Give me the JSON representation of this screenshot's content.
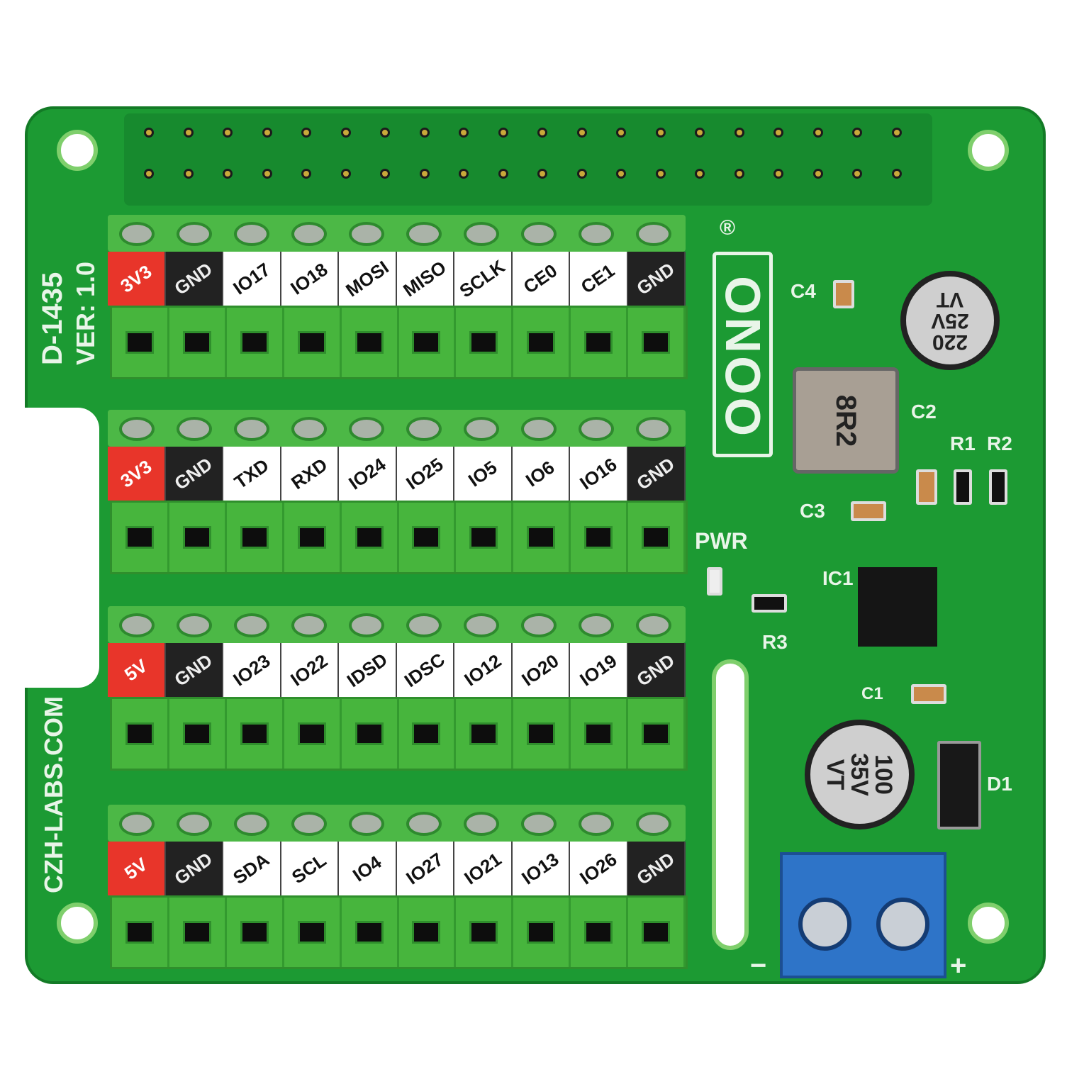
{
  "board": {
    "model": "D-1435",
    "version": "VER: 1.0",
    "website": "CZH-LABS.COM",
    "logo": "OONO",
    "registered": "®"
  },
  "colors": {
    "board": "#1c9a33",
    "terminal": "#47b53d",
    "power_label": "#e8352a",
    "gnd_label": "#222222",
    "io_label": "#ffffff",
    "dc_terminal": "#2e74c8"
  },
  "terminal_rows": [
    {
      "labels": [
        "3V3",
        "GND",
        "IO17",
        "IO18",
        "MOSI",
        "MISO",
        "SCLK",
        "CE0",
        "CE1",
        "GND"
      ]
    },
    {
      "labels": [
        "3V3",
        "GND",
        "TXD",
        "RXD",
        "IO24",
        "IO25",
        "IO5",
        "IO6",
        "IO16",
        "GND"
      ]
    },
    {
      "labels": [
        "5V",
        "GND",
        "IO23",
        "IO22",
        "IDSD",
        "IDSC",
        "IO12",
        "IO20",
        "IO19",
        "GND"
      ]
    },
    {
      "labels": [
        "5V",
        "GND",
        "SDA",
        "SCL",
        "IO4",
        "IO27",
        "IO21",
        "IO13",
        "IO26",
        "GND"
      ]
    }
  ],
  "components": {
    "c4": "C4",
    "c2": "C2",
    "r1": "R1",
    "r2": "R2",
    "c3": "C3",
    "pwr": "PWR",
    "ic1": "IC1",
    "r3": "R3",
    "c1": "C1",
    "d1": "D1",
    "inductor": "8R2",
    "cap_top": [
      "220",
      "25V",
      "VT"
    ],
    "cap_bottom": [
      "100",
      "35V",
      "VT"
    ],
    "minus": "−",
    "plus": "+"
  }
}
